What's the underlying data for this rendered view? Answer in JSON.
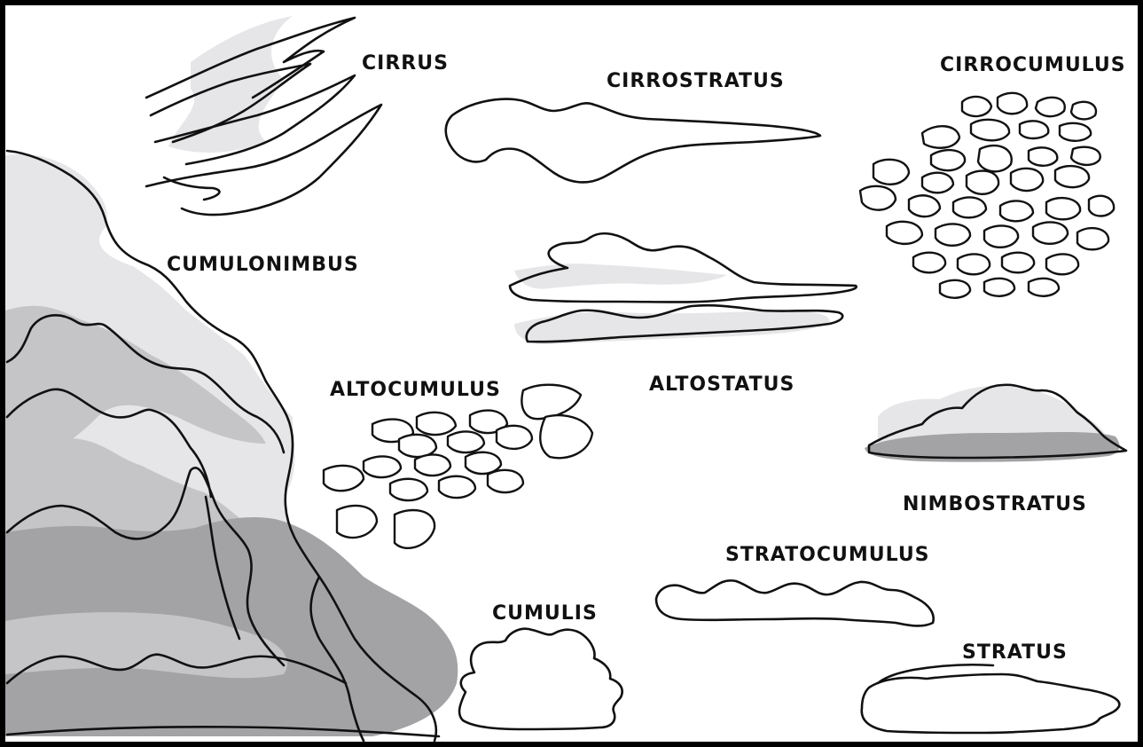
{
  "diagram": {
    "labels": {
      "cirrus": "CIRRUS",
      "cirrostratus": "CIRROSTRATUS",
      "cirrocumulus": "CIRROCUMULUS",
      "cumulonimbus": "CUMULONIMBUS",
      "altostratus": "ALTOSTATUS",
      "altocumulus": "ALTOCUMULUS",
      "nimbostratus": "NIMBOSTRATUS",
      "stratocumulus": "STRATOCUMULUS",
      "cumulus": "CUMULIS",
      "stratus": "STRATUS"
    },
    "colors": {
      "outline": "#111111",
      "light_gray": "#e6e6e8",
      "mid_gray": "#c5c5c7",
      "dark_gray": "#a3a3a6",
      "background": "#ffffff"
    }
  }
}
